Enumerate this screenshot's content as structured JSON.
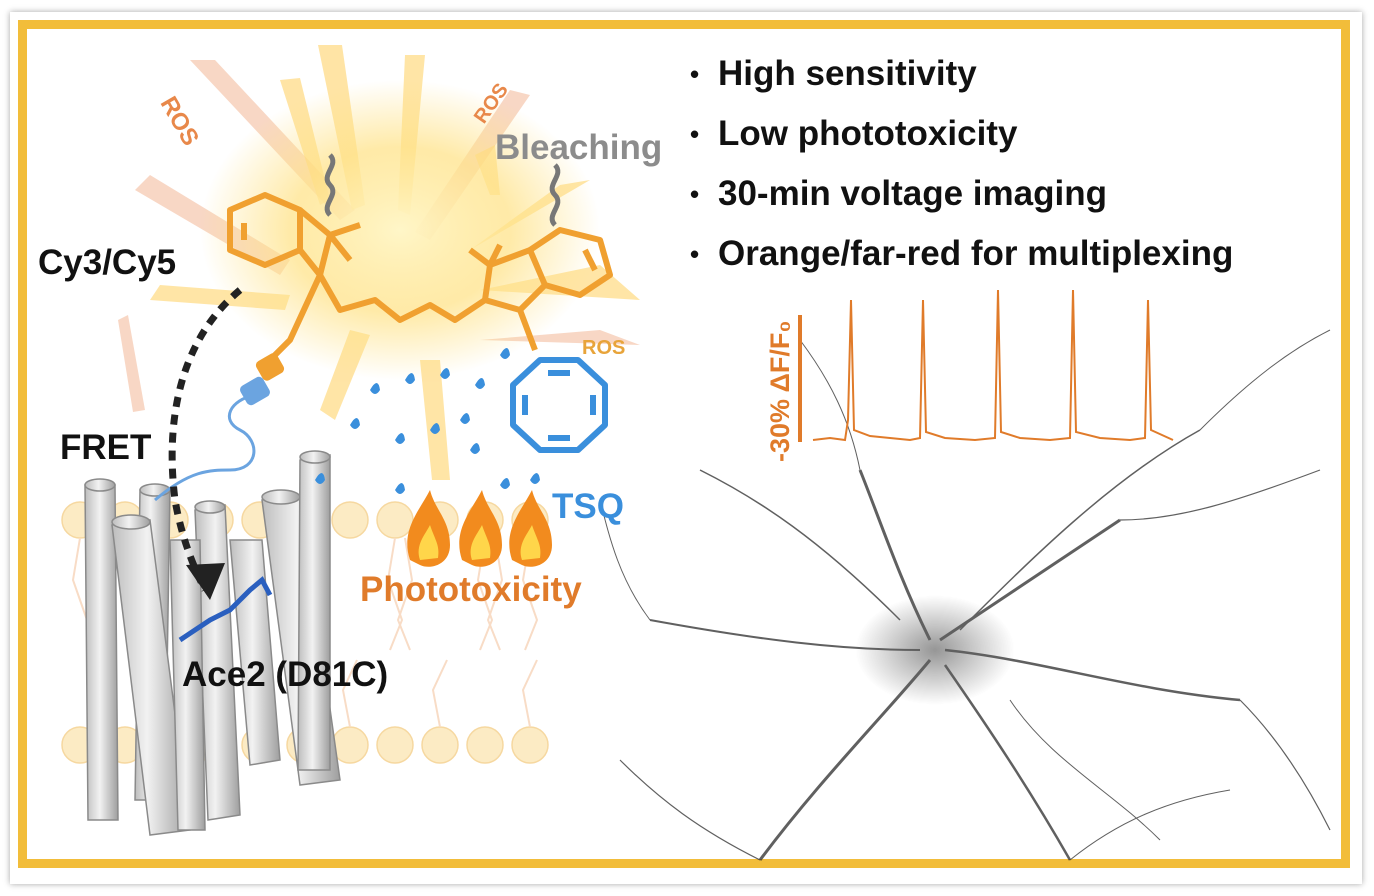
{
  "labels": {
    "cy": "Cy3/Cy5",
    "fret": "FRET",
    "ace2": "Ace2 (D81C)",
    "bleaching": "Bleaching",
    "ros": "ROS",
    "tsq": "TSQ",
    "phototoxicity": "Phototoxicity",
    "trace_axis": "-30% ΔF/F₀"
  },
  "bullets": [
    "High sensitivity",
    "Low phototoxicity",
    "30-min voltage imaging",
    "Orange/far-red for multiplexing"
  ],
  "colors": {
    "frame": "#f2bd3a",
    "dye": "#f0a030",
    "ros_text": "#e8884a",
    "tsq_blue": "#3a8fdc",
    "phototoxicity": "#e07b2a",
    "trace": "#e07b2a",
    "bleaching_text": "#8c8c8c"
  }
}
